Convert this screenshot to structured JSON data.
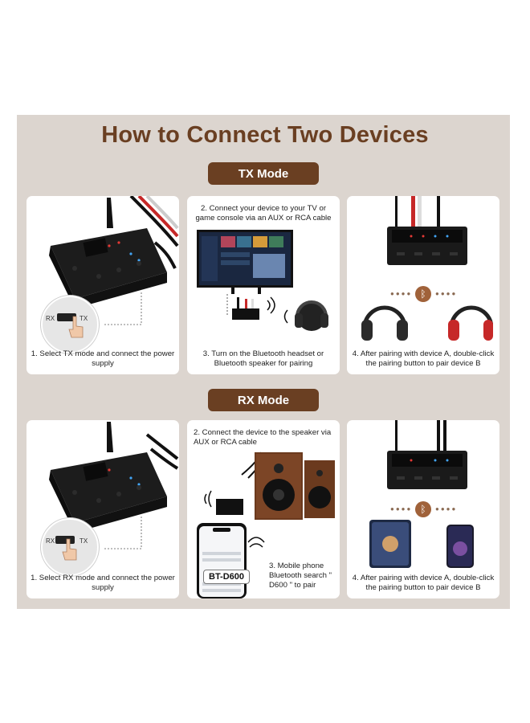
{
  "title": "How to Connect Two Devices",
  "tx_mode": {
    "label": "TX Mode",
    "step1": "1. Select TX mode and connect the power supply",
    "step1_switch_rx": "RX",
    "step1_switch_tx": "TX",
    "step2": "2. Connect your device to your TV or game console via an AUX or RCA cable",
    "step3": "3. Turn on the Bluetooth headset or Bluetooth speaker for pairing",
    "step4": "4. After pairing with device A, double-click the pairing button to pair device B"
  },
  "rx_mode": {
    "label": "RX Mode",
    "step1": "1. Select RX mode and connect the power supply",
    "step1_switch_rx": "RX",
    "step1_switch_tx": "TX",
    "step2": "2. Connect the device to the speaker via AUX or RCA cable",
    "step3": "3. Mobile phone Bluetooth search \" D600 \" to pair",
    "device_name": "BT-D600",
    "step4": "4. After pairing with device A, double-click the pairing button to pair device B"
  },
  "icons": [
    "bluetooth-icon",
    "signal-waves-icon",
    "hand-pointer-icon"
  ],
  "colors": {
    "brown": "#6a3f22",
    "panel": "#dcd5cf",
    "bt": "#a0623a"
  }
}
